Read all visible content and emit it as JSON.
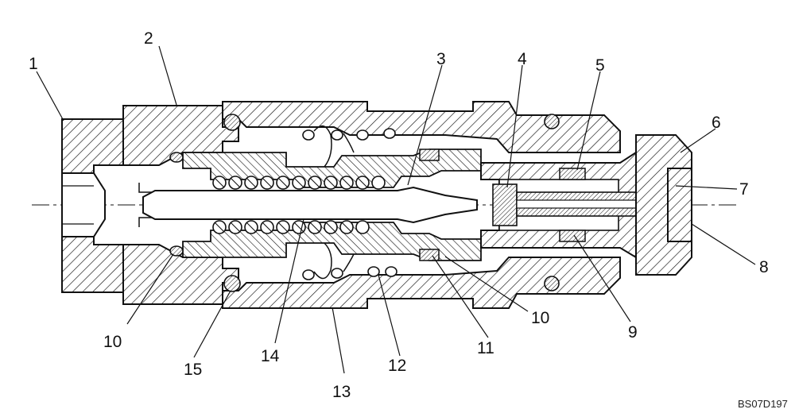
{
  "diagram": {
    "callouts": {
      "c1": "1",
      "c2": "2",
      "c3": "3",
      "c4": "4",
      "c5": "5",
      "c6": "6",
      "c7": "7",
      "c8": "8",
      "c9": "9",
      "c10a": "10",
      "c10b": "10",
      "c11": "11",
      "c12": "12",
      "c13": "13",
      "c14": "14",
      "c15": "15"
    },
    "reference_code": "BS07D197"
  }
}
